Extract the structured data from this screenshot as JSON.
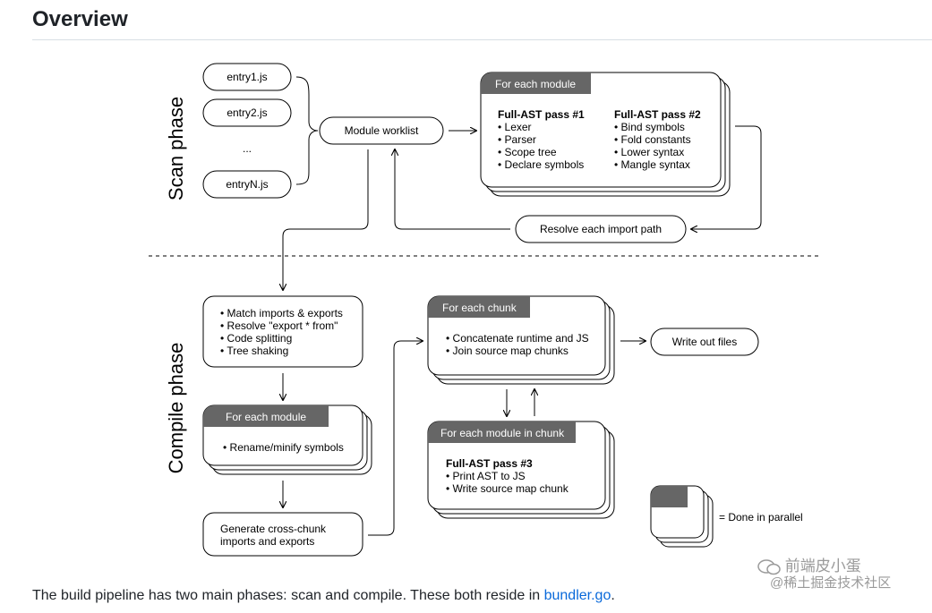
{
  "page": {
    "heading": "Overview",
    "footer": {
      "text": "The build pipeline has two main phases: scan and compile. These both reside in ",
      "link_label": "bundler.go",
      "suffix": "."
    },
    "watermark": {
      "line1": "前端皮小蛋",
      "line2": "@稀土掘金技术社区"
    }
  },
  "diagram": {
    "scan_phase": {
      "title": "Scan phase",
      "entries": [
        "entry1.js",
        "entry2.js",
        "...",
        "entryN.js"
      ],
      "worklist": "Module worklist",
      "module_group": {
        "tab": "For each module",
        "pass1": {
          "title": "Full-AST pass #1",
          "items": [
            "• Lexer",
            "• Parser",
            "• Scope tree",
            "• Declare symbols"
          ]
        },
        "pass2": {
          "title": "Full-AST pass #2",
          "items": [
            "• Bind symbols",
            "• Fold constants",
            "• Lower syntax",
            "• Mangle syntax"
          ]
        }
      },
      "resolve": "Resolve each import path"
    },
    "compile_phase": {
      "title": "Compile phase",
      "link_box": [
        "• Match imports & exports",
        "• Resolve \"export * from\"",
        "• Code splitting",
        "• Tree shaking"
      ],
      "rename_group": {
        "tab": "For each module",
        "items": [
          "• Rename/minify symbols"
        ]
      },
      "cross_chunk": [
        "Generate cross-chunk",
        "imports and exports"
      ],
      "chunk_group": {
        "tab": "For each chunk",
        "items": [
          "• Concatenate runtime and JS",
          "• Join source map chunks"
        ]
      },
      "write_out": "Write out files",
      "module_in_chunk_group": {
        "tab": "For each module in chunk",
        "title": "Full-AST pass #3",
        "items": [
          "• Print AST to JS",
          "• Write source map chunk"
        ]
      }
    },
    "legend": "=  Done in parallel"
  }
}
